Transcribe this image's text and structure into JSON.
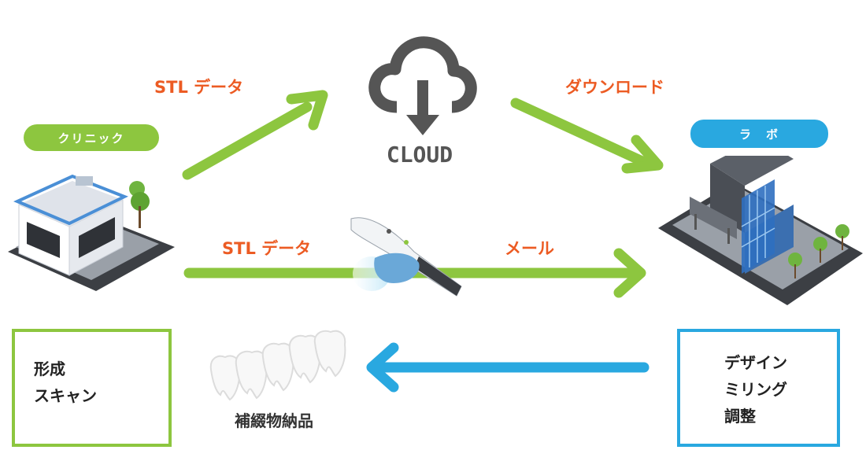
{
  "nodes": {
    "clinic": {
      "label": "クリニック",
      "tasks": [
        "形成",
        "スキャン"
      ]
    },
    "lab": {
      "label": "ラ　ボ",
      "tasks": [
        "デザイン",
        "ミリング",
        "調整"
      ]
    },
    "cloud": {
      "label": "CLOUD"
    }
  },
  "flows": {
    "upload": "STL データ",
    "download": "ダウンロード",
    "direct": "STL データ",
    "mail": "メール",
    "delivery": "補綴物納品"
  },
  "colors": {
    "green": "#8dc63f",
    "blue": "#29a8e0",
    "orange": "#ec5b23",
    "cloud": "#555555"
  }
}
